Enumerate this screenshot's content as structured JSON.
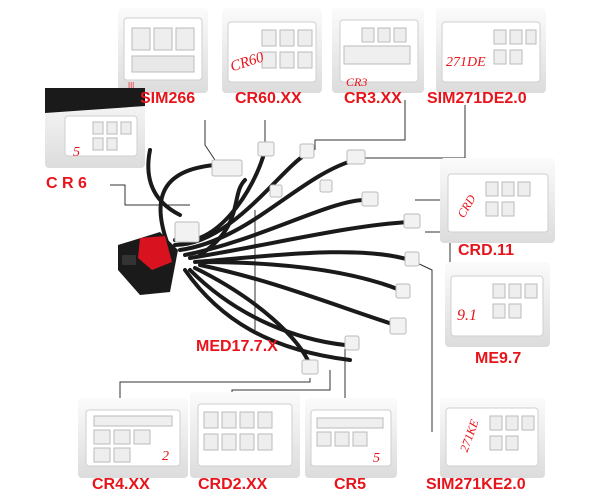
{
  "labels": {
    "sim266": "SIM266",
    "cr60": "CR60.XX",
    "cr3": "CR3.XX",
    "sim271de": "SIM271DE2.0",
    "cr6": "C R 6",
    "crd11": "CRD.11",
    "me97": "ME9.7",
    "med177": "MED17.7.X",
    "cr4": "CR4.XX",
    "crd2": "CRD2.XX",
    "cr5": "CR5",
    "sim271ke": "SIM271KE2.0"
  },
  "handwriting": {
    "cr60": "CR60",
    "cr3": "CR3",
    "sim271de": "271DE",
    "cr6": "5",
    "crd11": "CRD",
    "me97": "9.1",
    "cr4": "2",
    "cr5": "5",
    "sim271ke": "271KE"
  },
  "colors": {
    "label": "#e8141b",
    "cable": "#1a1a1a",
    "leader": "#333333",
    "plug_red": "#d9121f"
  }
}
